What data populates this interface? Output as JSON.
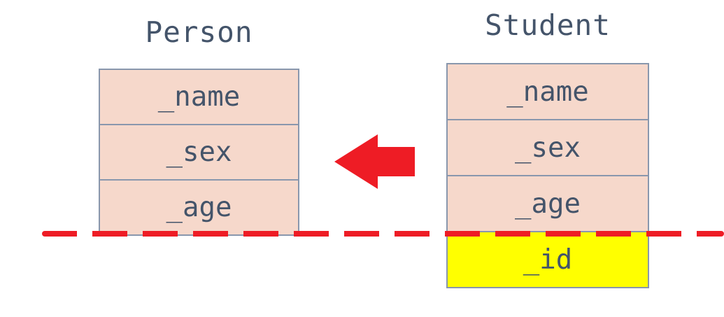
{
  "diagram": {
    "description": "Inheritance slicing diagram: Student object assigned to Person, extra field cut off",
    "person": {
      "title": "Person",
      "fields": [
        "_name",
        "_sex",
        "_age"
      ]
    },
    "student": {
      "title": "Student",
      "fields": [
        "_name",
        "_sex",
        "_age",
        "_id"
      ],
      "highlighted_field": "_id"
    },
    "arrow": {
      "name": "left-arrow",
      "direction": "left",
      "color": "#ee1c25"
    },
    "divider": {
      "style": "dashed",
      "color": "#ee1c25"
    },
    "colors": {
      "field_fill": "#f6d8cb",
      "field_border": "#8997ad",
      "highlight_fill": "#ffff00",
      "text": "#44546a",
      "accent_red": "#ee1c25",
      "background": "#ffffff"
    }
  }
}
